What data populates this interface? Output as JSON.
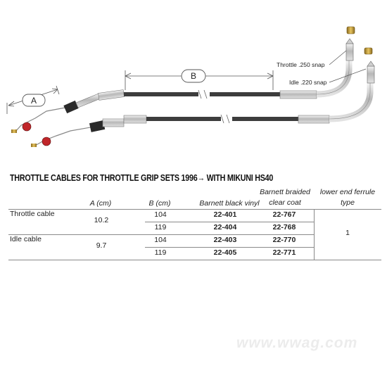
{
  "diagram": {
    "dim_a": "A",
    "dim_b": "B",
    "callout_throttle": "Throttle .250 snap",
    "callout_idle": "Idle .220 snap"
  },
  "title": "THROTTLE CABLES FOR THROTTLE GRIP SETS 1996→ WITH MIKUNI HS40",
  "table": {
    "headers": {
      "a": "A (cm)",
      "b": "B (cm)",
      "vinyl": "Barnett black vinyl",
      "braided_line1": "Barnett braided",
      "braided_line2": "clear coat",
      "ferrule_line1": "lower end ferrule",
      "ferrule_line2": "type"
    },
    "groups": [
      {
        "label": "Throttle cable",
        "a": "10.2",
        "rows": [
          {
            "b": "104",
            "vinyl": "22-401",
            "braided": "22-767"
          },
          {
            "b": "119",
            "vinyl": "22-404",
            "braided": "22-768"
          }
        ]
      },
      {
        "label": "Idle cable",
        "a": "9.7",
        "rows": [
          {
            "b": "104",
            "vinyl": "22-403",
            "braided": "22-770"
          },
          {
            "b": "119",
            "vinyl": "22-405",
            "braided": "22-771"
          }
        ]
      }
    ],
    "ferrule": "1"
  },
  "watermark": "www.wwag.com"
}
